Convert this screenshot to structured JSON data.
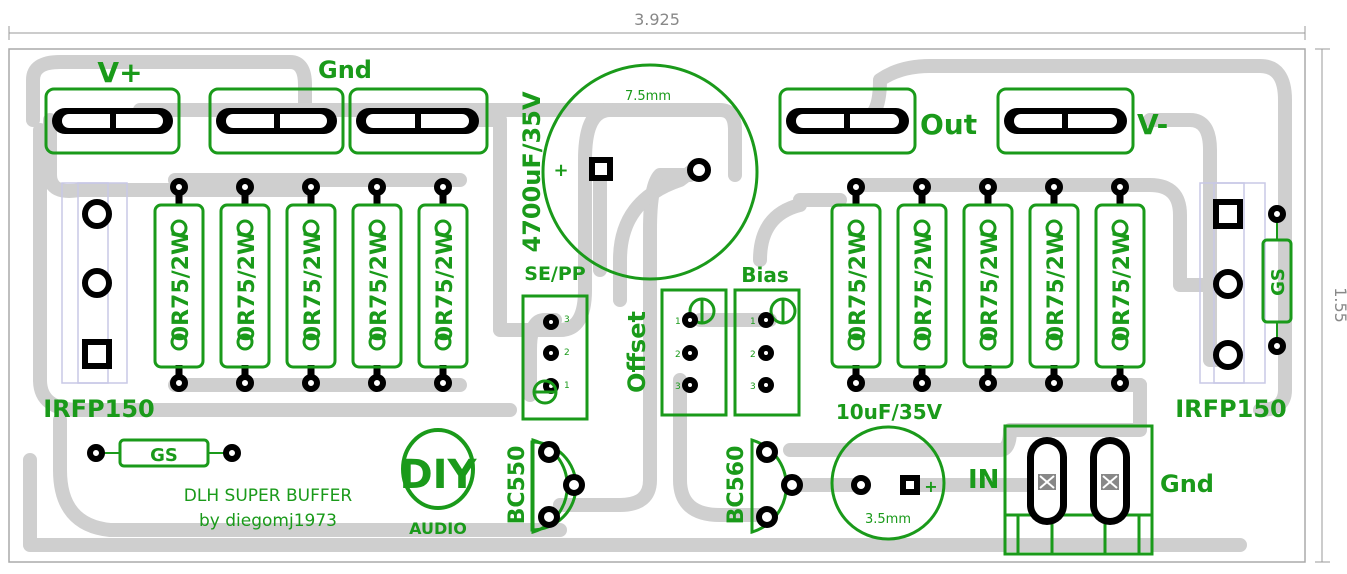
{
  "board": {
    "width_dim": "3.925",
    "height_dim": "1.55"
  },
  "connectors": {
    "v_plus": "V+",
    "gnd_top": "Gnd",
    "out": "Out",
    "v_minus": "V-",
    "in": "IN",
    "gnd_bottom": "Gnd"
  },
  "components": {
    "cap_big_value": "4700uF/35V",
    "cap_big_size": "7.5mm",
    "cap_big_plus": "+",
    "cap_small_value": "10uF/35V",
    "cap_small_size": "3.5mm",
    "cap_small_plus": "+",
    "resistor_label": "0R75/2W",
    "mosfet_left": "IRFP150",
    "mosfet_right": "IRFP150",
    "gs_left": "GS",
    "gs_right": "GS",
    "jumper_sepp": "SE/PP",
    "offset": "Offset",
    "bias": "Bias",
    "transistor_left": "BC550",
    "transistor_right": "BC560",
    "pin1": "1",
    "pin2": "2",
    "pin3": "3"
  },
  "credits": {
    "title": "DLH SUPER BUFFER",
    "author": "by diegomj1973",
    "logo_letters": "DIY",
    "logo_audio": "AUDIO"
  }
}
